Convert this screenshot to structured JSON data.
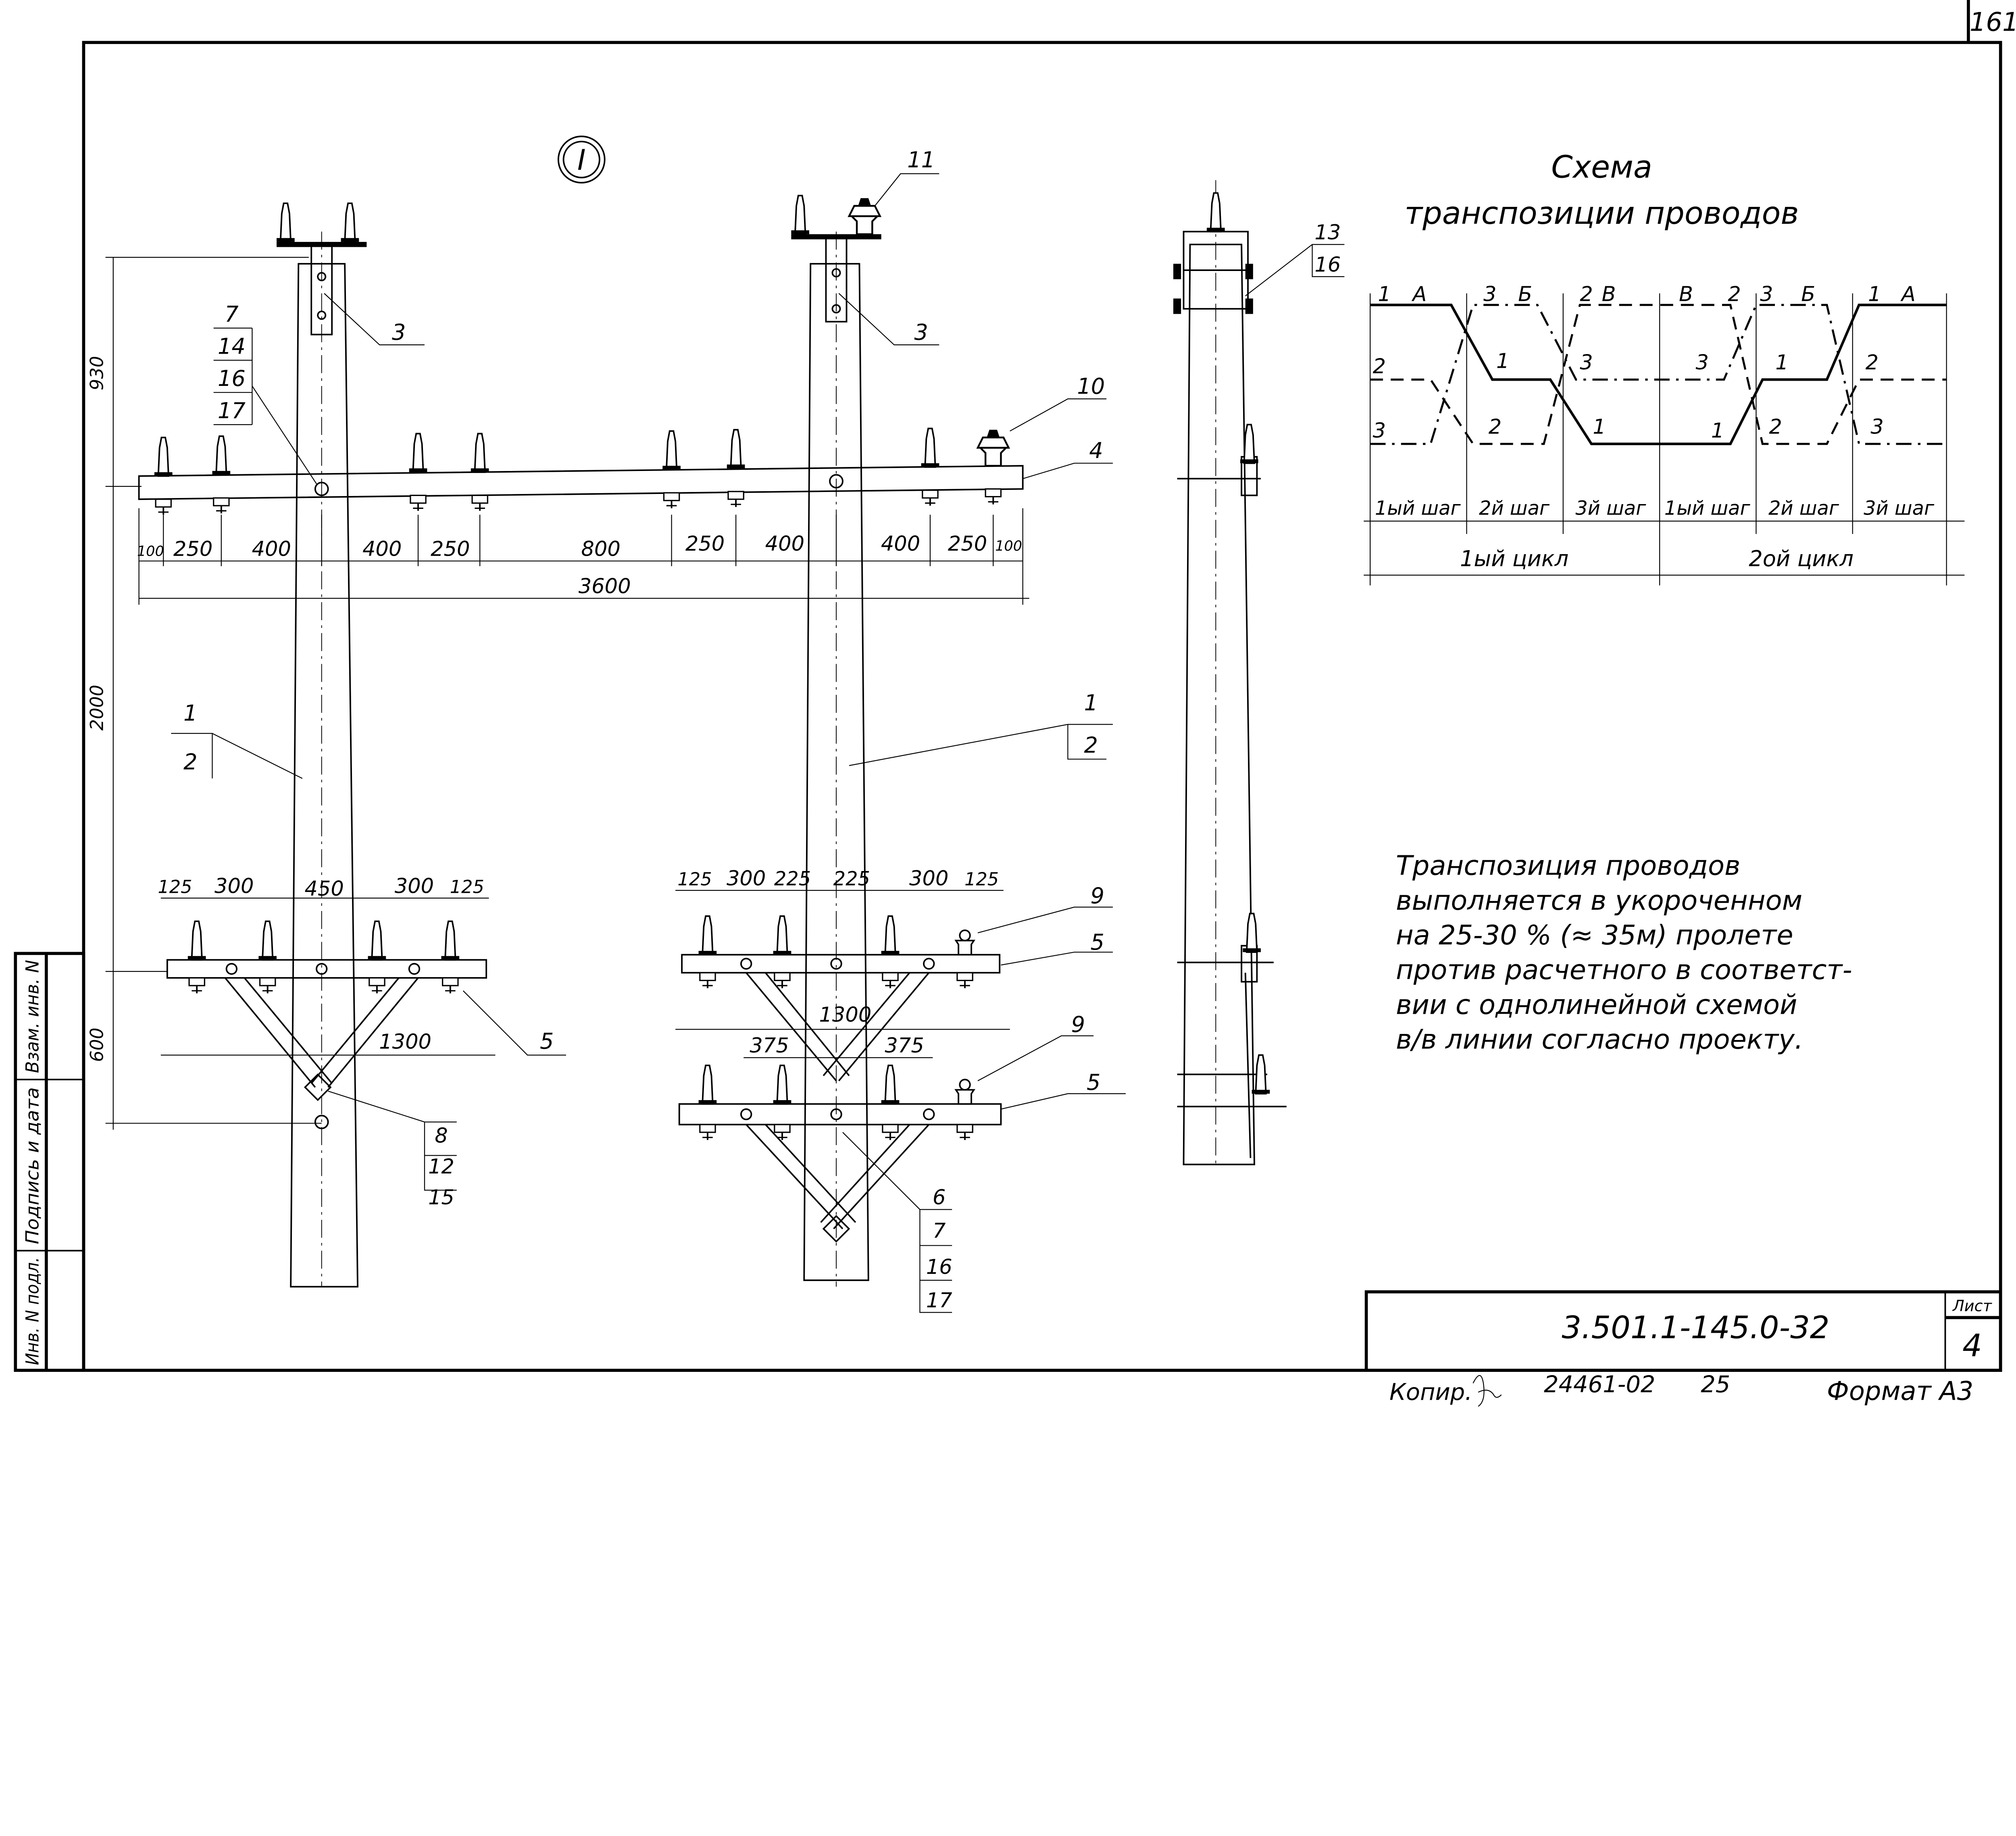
{
  "sheet_corner_number": "161",
  "view_marker": "I",
  "left_pole": {
    "callout_upper": [
      "7",
      "14",
      "16",
      "17"
    ],
    "callout_top": "3",
    "callout_pole": [
      "1",
      "2"
    ],
    "callout_brace": [
      "8",
      "12",
      "15"
    ],
    "callout_lower_arm": "5",
    "vertical_dims": [
      "930",
      "2000",
      "600"
    ],
    "lower_arm_dims": [
      "125",
      "300",
      "450",
      "300",
      "125"
    ],
    "lower_arm_total": "1300"
  },
  "crossarm": {
    "dims": [
      "100",
      "250",
      "400",
      "400",
      "250",
      "800",
      "250",
      "400",
      "400",
      "250",
      "100"
    ],
    "total": "3600"
  },
  "middle_pole": {
    "callout_top_insulator": "11",
    "callout_top": "3",
    "callout_suspension_insulator": "10",
    "callout_crossarm": "4",
    "callout_pole": [
      "1",
      "2"
    ],
    "callout_arm1_insulator": "9",
    "callout_arm1": "5",
    "callout_arm2_insulator": "9",
    "callout_arm2": "5",
    "callout_brace": [
      "6",
      "7",
      "16",
      "17"
    ],
    "lower_arm_dims": [
      "125",
      "300",
      "225",
      "225",
      "300",
      "125"
    ],
    "lower_arm_total": "1300",
    "brace_dims": [
      "375",
      "375"
    ]
  },
  "side_view": {
    "callout": [
      "13",
      "16"
    ]
  },
  "transposition_scheme": {
    "title_line1": "Схема",
    "title_line2": "транспозиции проводов",
    "top_labels": [
      "1",
      "А",
      "3",
      "Б",
      "2",
      "В",
      "В",
      "2",
      "3",
      "Б",
      "1",
      "А"
    ],
    "left_labels": [
      "2",
      "3"
    ],
    "inner_labels": [
      "1",
      "2",
      "3",
      "1",
      "3",
      "1",
      "1",
      "2",
      "2",
      "3"
    ],
    "steps": [
      "1ый шаг",
      "2й шаг",
      "3й шаг",
      "1ый шаг",
      "2й шаг",
      "3й шаг"
    ],
    "cycles": [
      "1ый цикл",
      "2ой цикл"
    ]
  },
  "note_lines": [
    "Транспозиция проводов",
    "выполняется в укороченном",
    "на 25-30 % (≈ 35м) пролете",
    "против расчетного в соответст-",
    "вии с однолинейной схемой",
    "в/в линии согласно проекту."
  ],
  "side_stamp": [
    "Инв. N подл.",
    "Подпись и дата",
    "Взам. инв. N"
  ],
  "title_block": {
    "code": "3.501.1-145.0-32",
    "sheet_label": "Лист",
    "sheet_number": "4"
  },
  "footer": {
    "copy_label": "Копир.",
    "order_number": "24461-02",
    "order_suffix": "25",
    "format": "Формат А3"
  }
}
